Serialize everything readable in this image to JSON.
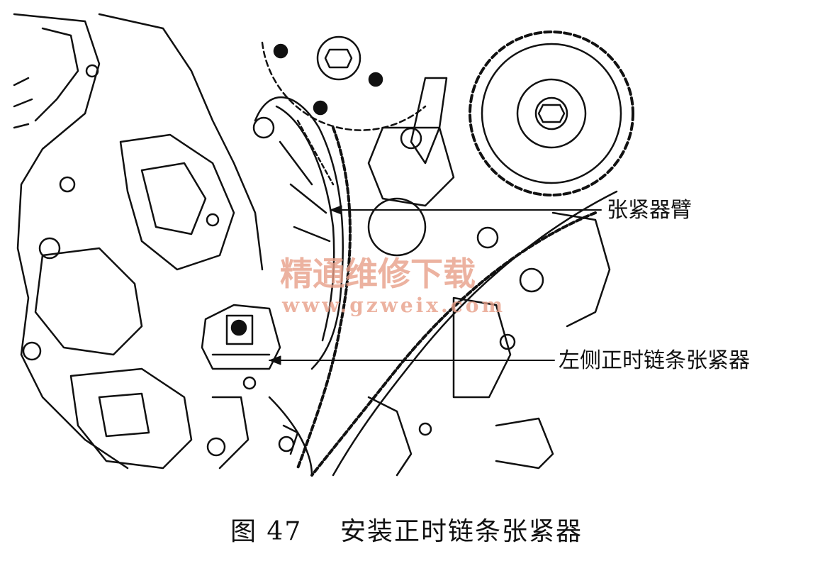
{
  "labels": {
    "tensioner_arm": "张紧器臂",
    "left_tensioner": "左侧正时链条张紧器"
  },
  "caption": {
    "number": "图 47",
    "title": "安装正时链条张紧器"
  },
  "watermark": {
    "text": "精通维修下载",
    "url": "www.gzweix.com",
    "color": "#e8a089"
  },
  "colors": {
    "line": "#111111",
    "background": "#ffffff"
  }
}
